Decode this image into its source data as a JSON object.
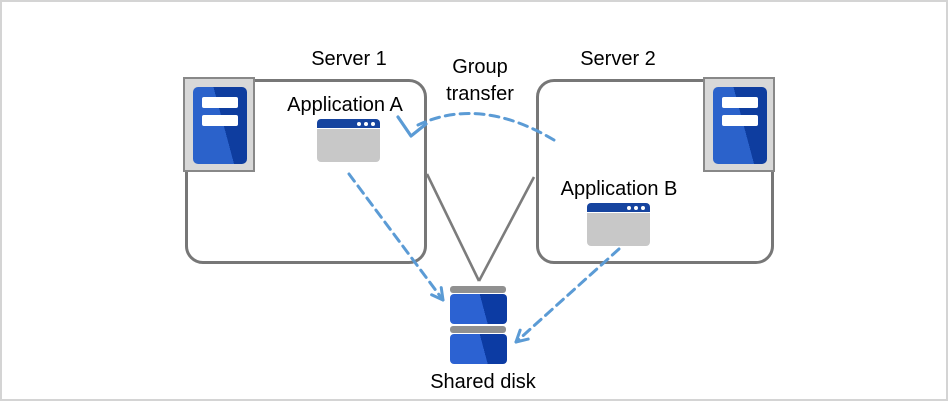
{
  "diagram": {
    "nodes": {
      "server1": {
        "label": "Server 1"
      },
      "server2": {
        "label": "Server 2"
      },
      "app_a": {
        "label": "Application A"
      },
      "app_b": {
        "label": "Application B"
      },
      "shared_disk": {
        "label": "Shared disk"
      }
    },
    "edges": {
      "group_transfer": {
        "line1": "Group",
        "line2": "transfer"
      },
      "app_a_to_disk": {
        "style": "dashed-arrow"
      },
      "app_b_to_disk": {
        "style": "dashed-arrow"
      },
      "server_links_to_disk": {
        "style": "solid-gray-lines"
      }
    },
    "icons": {
      "server1": "server-tower-icon",
      "server2": "server-tower-icon",
      "app_a": "app-window-icon",
      "app_b": "app-window-icon",
      "shared_disk": "disk-stack-icon"
    }
  },
  "colors": {
    "canvas_border": "#d4d4d4",
    "box_border": "#777777",
    "line_gray": "#7c7c7c",
    "arrow_blue": "#5b9bd5",
    "server_blue_light": "#2b62cb",
    "server_blue_dark": "#0e3d9f",
    "window_title_blue": "#16449f",
    "window_body_gray": "#c8c8c8",
    "icon_frame_fill": "#d8d8d8",
    "icon_frame_border": "#888888",
    "disk_bar_gray": "#909090",
    "disk_blue_light": "#2c62d2",
    "disk_blue_dark": "#0c3ba3"
  }
}
